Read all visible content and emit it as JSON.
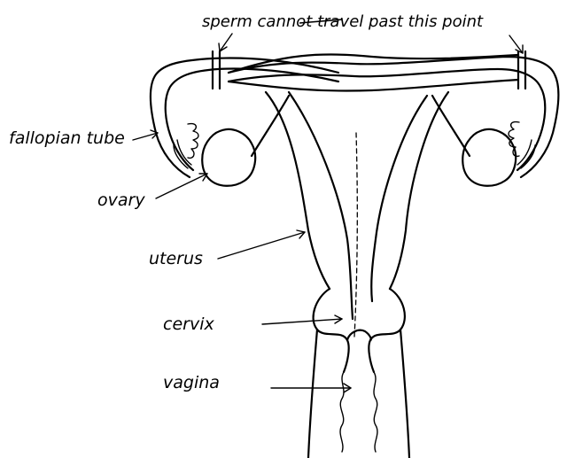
{
  "diagram": {
    "labels": {
      "top_note": "sperm cannot travel past this point",
      "fallopian_tube": "fallopian tube",
      "ovary": "ovary",
      "uterus": "uterus",
      "cervix": "cervix",
      "vagina": "vagina"
    }
  }
}
